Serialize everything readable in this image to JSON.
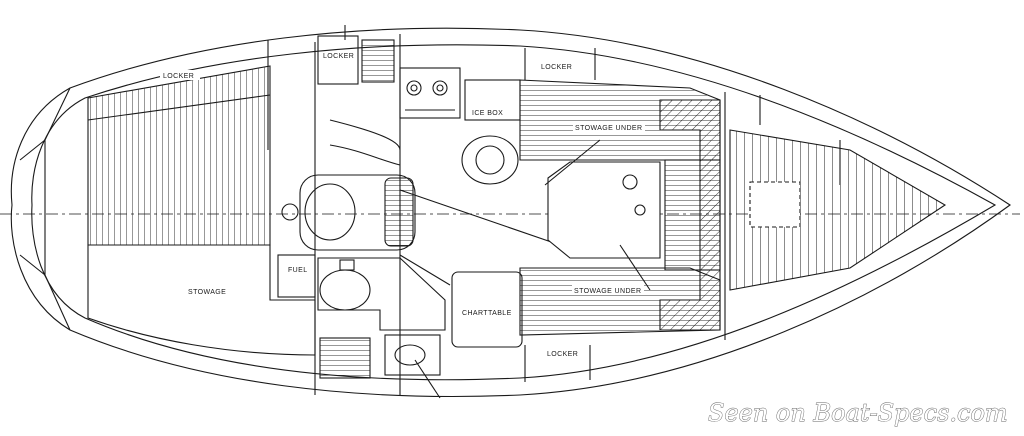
{
  "labels": {
    "locker_top_left": "LOCKER",
    "locker_top_mid": "LOCKER",
    "locker_top_right": "LOCKER",
    "ice_box": "ICE BOX",
    "stowage_under_top": "STOWAGE UNDER",
    "stowage_under_bottom": "STOWAGE UNDER",
    "fuel": "FUEL",
    "stowage": "STOWAGE",
    "chart_table": "CHARTTABLE",
    "locker_bottom": "LOCKER"
  },
  "watermark": "Seen on Boat-Specs.com",
  "colors": {
    "ink": "#1a1a1a",
    "paper": "#ffffff",
    "watermark_stroke": "#666666"
  }
}
